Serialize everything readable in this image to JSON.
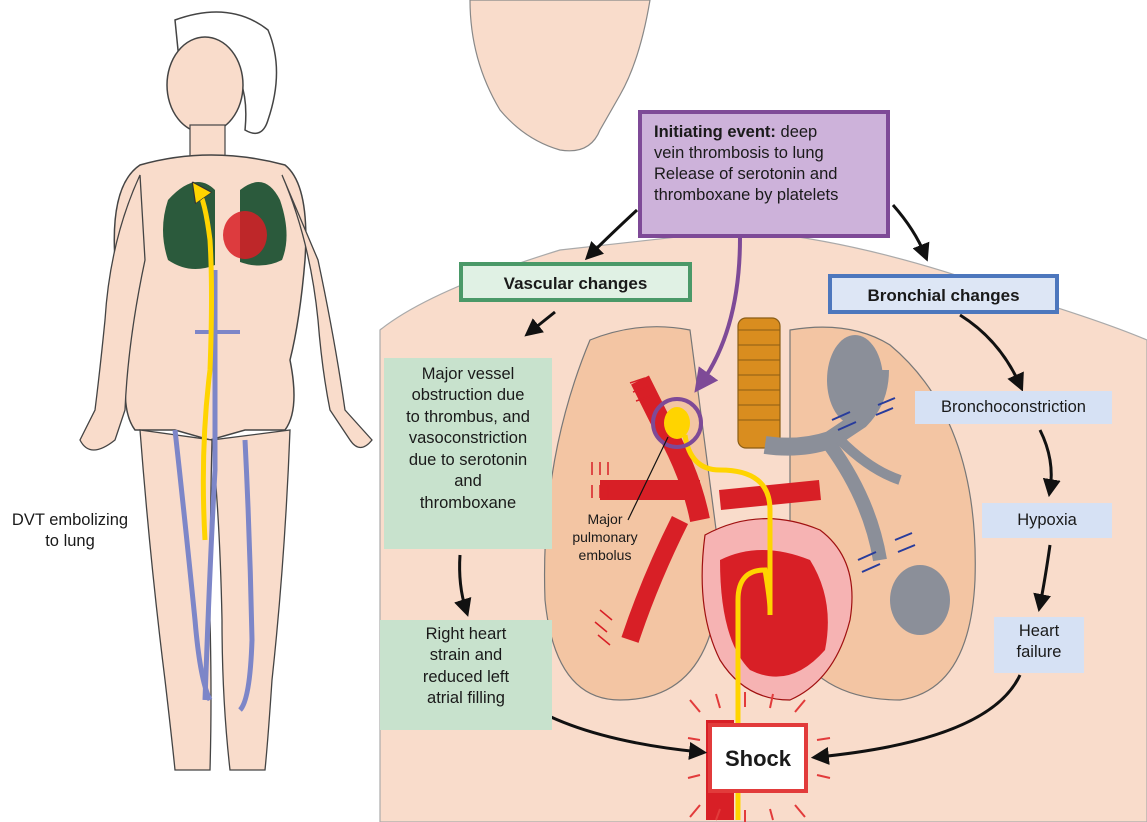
{
  "labels": {
    "initiating_title": "Initiating event:",
    "initiating_line1": "deep",
    "initiating_line2": "vein thrombosis to lung",
    "initiating_line3": "Release of serotonin and",
    "initiating_line4": "thromboxane by platelets",
    "vascular": "Vascular changes",
    "bronchial": "Bronchial changes",
    "obstruction": [
      "Major vessel",
      "obstruction due",
      "to thrombus, and",
      "vasoconstriction",
      "due to serotonin",
      "and",
      "thromboxane"
    ],
    "strain": [
      "Right heart",
      "strain and",
      "reduced left",
      "atrial filling"
    ],
    "bronchoconstriction": "Bronchoconstriction",
    "hypoxia": "Hypoxia",
    "heart_failure": [
      "Heart",
      "failure"
    ],
    "shock": "Shock",
    "dvt": [
      "DVT embolizing",
      "to lung"
    ],
    "embolus": [
      "Major",
      "pulmonary",
      "embolus"
    ]
  },
  "colors": {
    "skin": "#f9dccb",
    "lung": "#f3c5a3",
    "lung_dark": "#2b5a3c",
    "artery": "#d81f26",
    "thrombus_path": "#ffd400",
    "vein": "#7d86c8",
    "trachea": "#d98d1f",
    "bronchi": "#8b8f99",
    "purple": "#7e4a97",
    "shock_red": "#e23b3b"
  }
}
